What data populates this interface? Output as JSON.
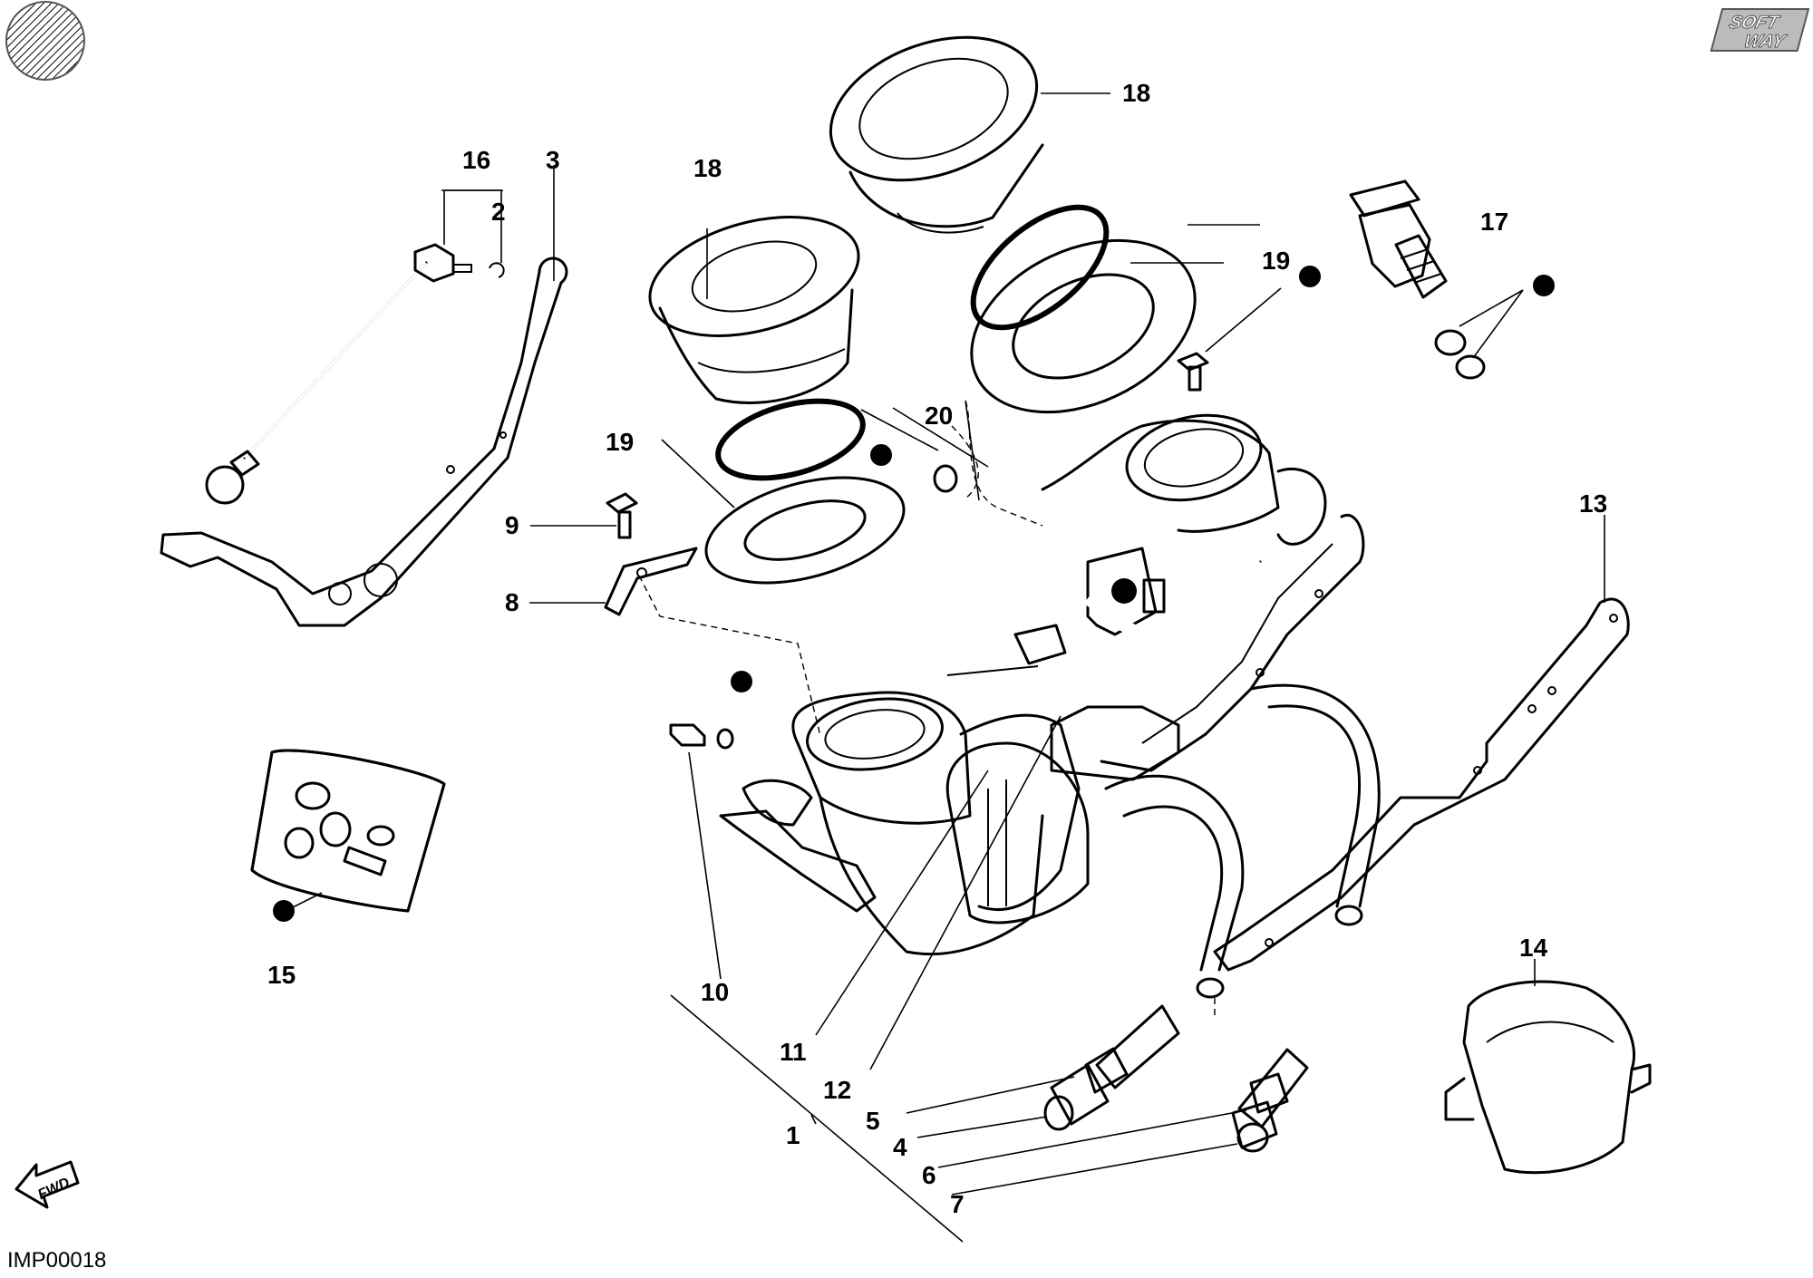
{
  "figure_code": "IMP00018",
  "brand_logo": {
    "line1": "SOFT",
    "line2": "WAY"
  },
  "fwd_arrow_label": "FWD",
  "callouts": [
    "1",
    "2",
    "3",
    "4",
    "5",
    "6",
    "7",
    "8",
    "9",
    "10",
    "11",
    "12",
    "13",
    "14",
    "15",
    "16",
    "17",
    "18",
    "18",
    "19",
    "19",
    "20"
  ],
  "icons": {
    "corner_badge": "hatched-circle-icon",
    "forward": "fwd-arrow-icon",
    "kit_marker": "black-dot-icon"
  }
}
